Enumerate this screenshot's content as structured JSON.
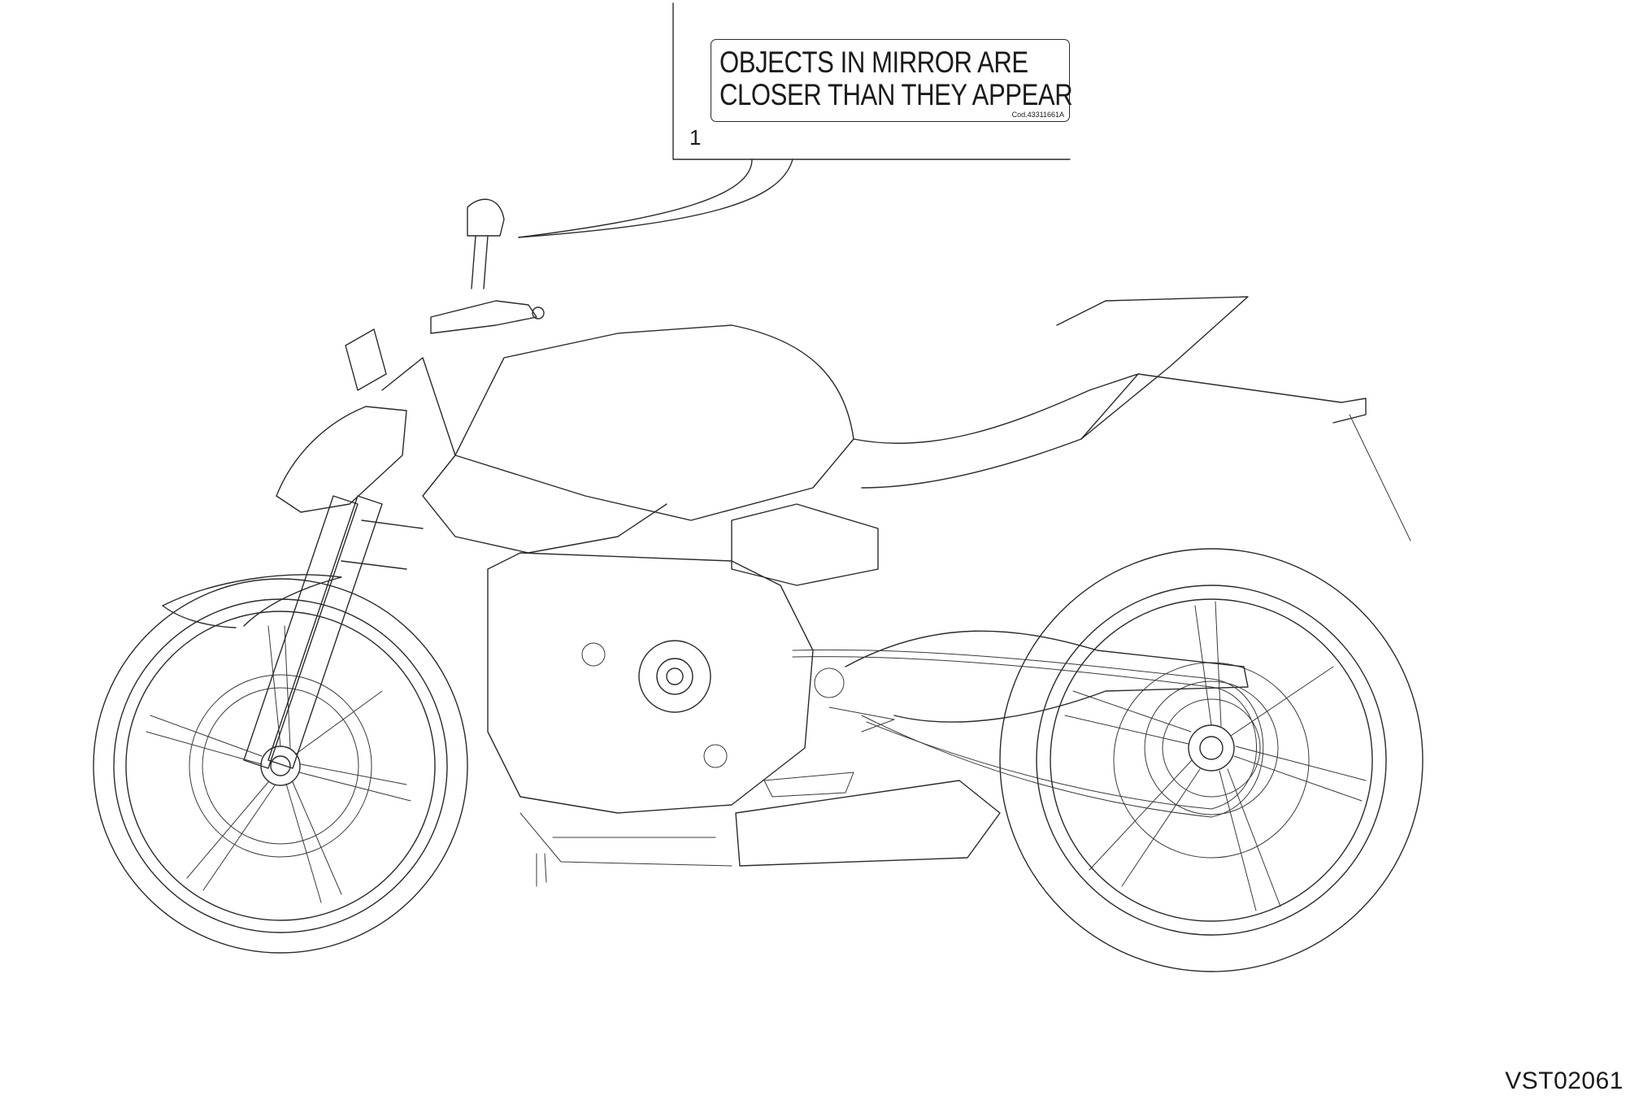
{
  "decal": {
    "line1": "OBJECTS IN MIRROR ARE",
    "line2": "CLOSER THAN THEY APPEAR",
    "code": "Cod.43311661A"
  },
  "callout": {
    "number": "1"
  },
  "drawing_id": "VST02061",
  "colors": {
    "line": "#2a2a2a",
    "background": "#ffffff"
  }
}
